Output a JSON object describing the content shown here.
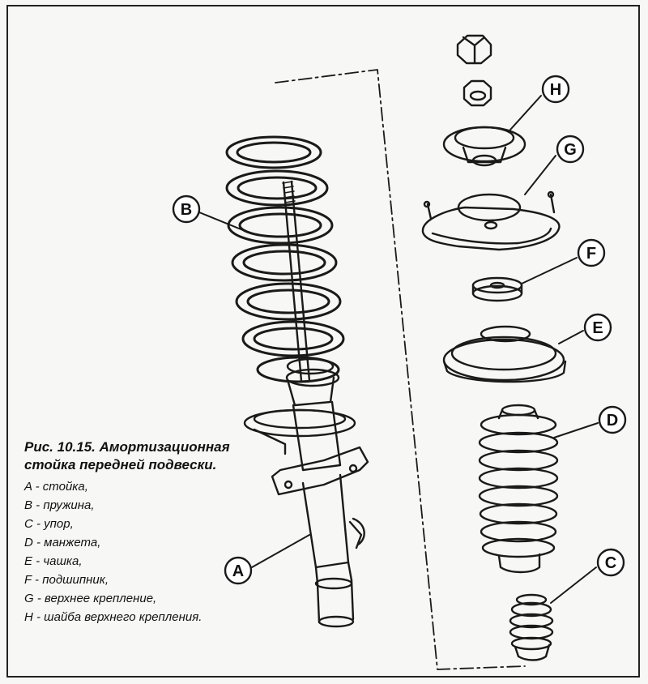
{
  "figure": {
    "caption_title": "Рис. 10.15. Амортизационная стойка передней подвески.",
    "legend": [
      "A - стойка,",
      "B - пружина,",
      "C - упор,",
      "D - манжета,",
      "E - чашка,",
      "F - подшипник,",
      "G - верхнее крепление,",
      "H - шайба верхнего крепления."
    ]
  },
  "callouts": {
    "A": "A",
    "B": "B",
    "C": "C",
    "D": "D",
    "E": "E",
    "F": "F",
    "G": "G",
    "H": "H"
  }
}
